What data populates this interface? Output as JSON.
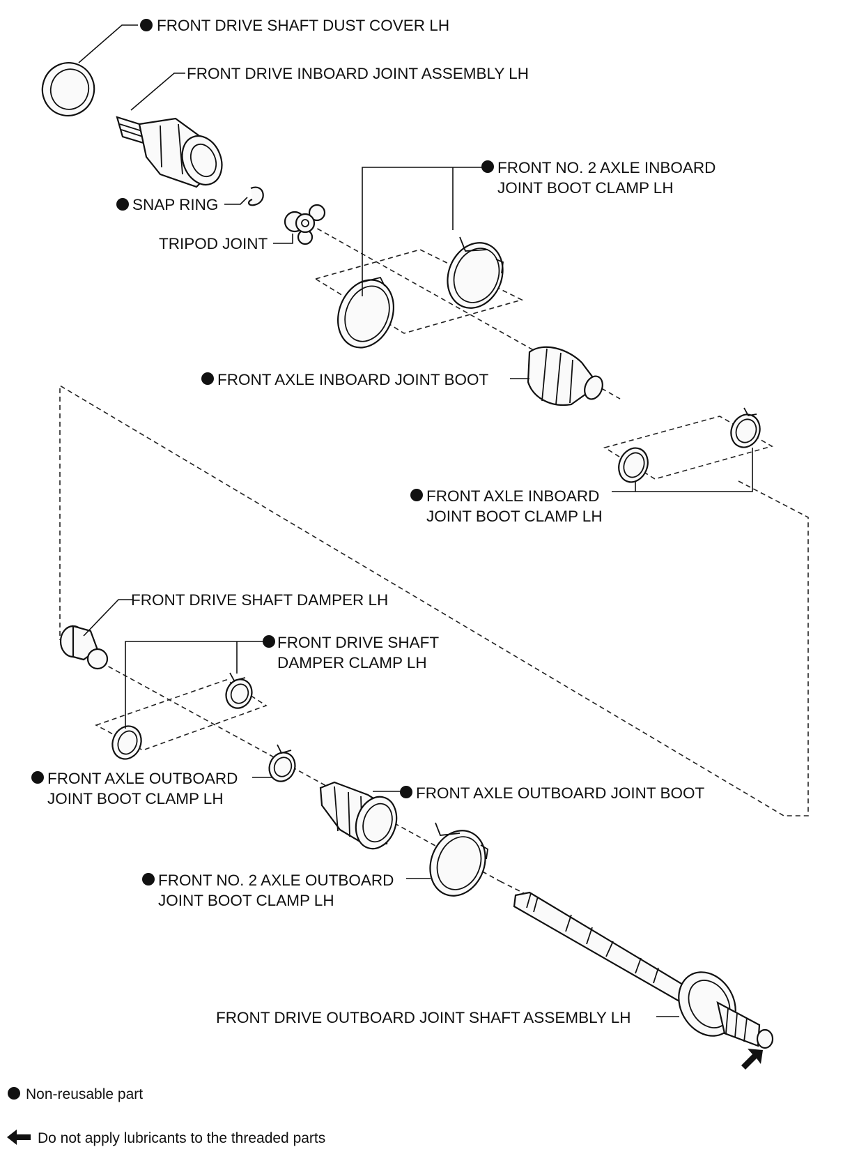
{
  "labels": {
    "dust_cover": "FRONT DRIVE SHAFT DUST COVER LH",
    "inboard_joint_assembly": "FRONT DRIVE INBOARD JOINT ASSEMBLY LH",
    "no2_axle_inboard_clamp_line1": "FRONT NO. 2 AXLE INBOARD",
    "no2_axle_inboard_clamp_line2": "JOINT BOOT CLAMP LH",
    "snap_ring": "SNAP RING",
    "tripod_joint": "TRIPOD JOINT",
    "inboard_joint_boot": "FRONT AXLE INBOARD JOINT BOOT",
    "inboard_boot_clamp_line1": "FRONT AXLE INBOARD",
    "inboard_boot_clamp_line2": "JOINT BOOT CLAMP LH",
    "damper": "FRONT DRIVE SHAFT DAMPER LH",
    "damper_clamp_line1": "FRONT DRIVE SHAFT",
    "damper_clamp_line2": "DAMPER CLAMP LH",
    "outboard_boot_clamp_line1": "FRONT AXLE OUTBOARD",
    "outboard_boot_clamp_line2": "JOINT BOOT CLAMP LH",
    "outboard_joint_boot": "FRONT AXLE OUTBOARD JOINT BOOT",
    "no2_axle_outboard_clamp_line1": "FRONT NO. 2 AXLE OUTBOARD",
    "no2_axle_outboard_clamp_line2": "JOINT BOOT CLAMP LH",
    "outboard_shaft_assembly": "FRONT DRIVE OUTBOARD JOINT SHAFT ASSEMBLY LH"
  },
  "legend": {
    "non_reusable": "Non-reusable part",
    "no_lubricant": "Do not apply lubricants to the threaded parts"
  },
  "icons": {
    "non_reusable_marker": "filled-circle-icon",
    "no_lubricant_marker": "left-arrow-icon"
  }
}
